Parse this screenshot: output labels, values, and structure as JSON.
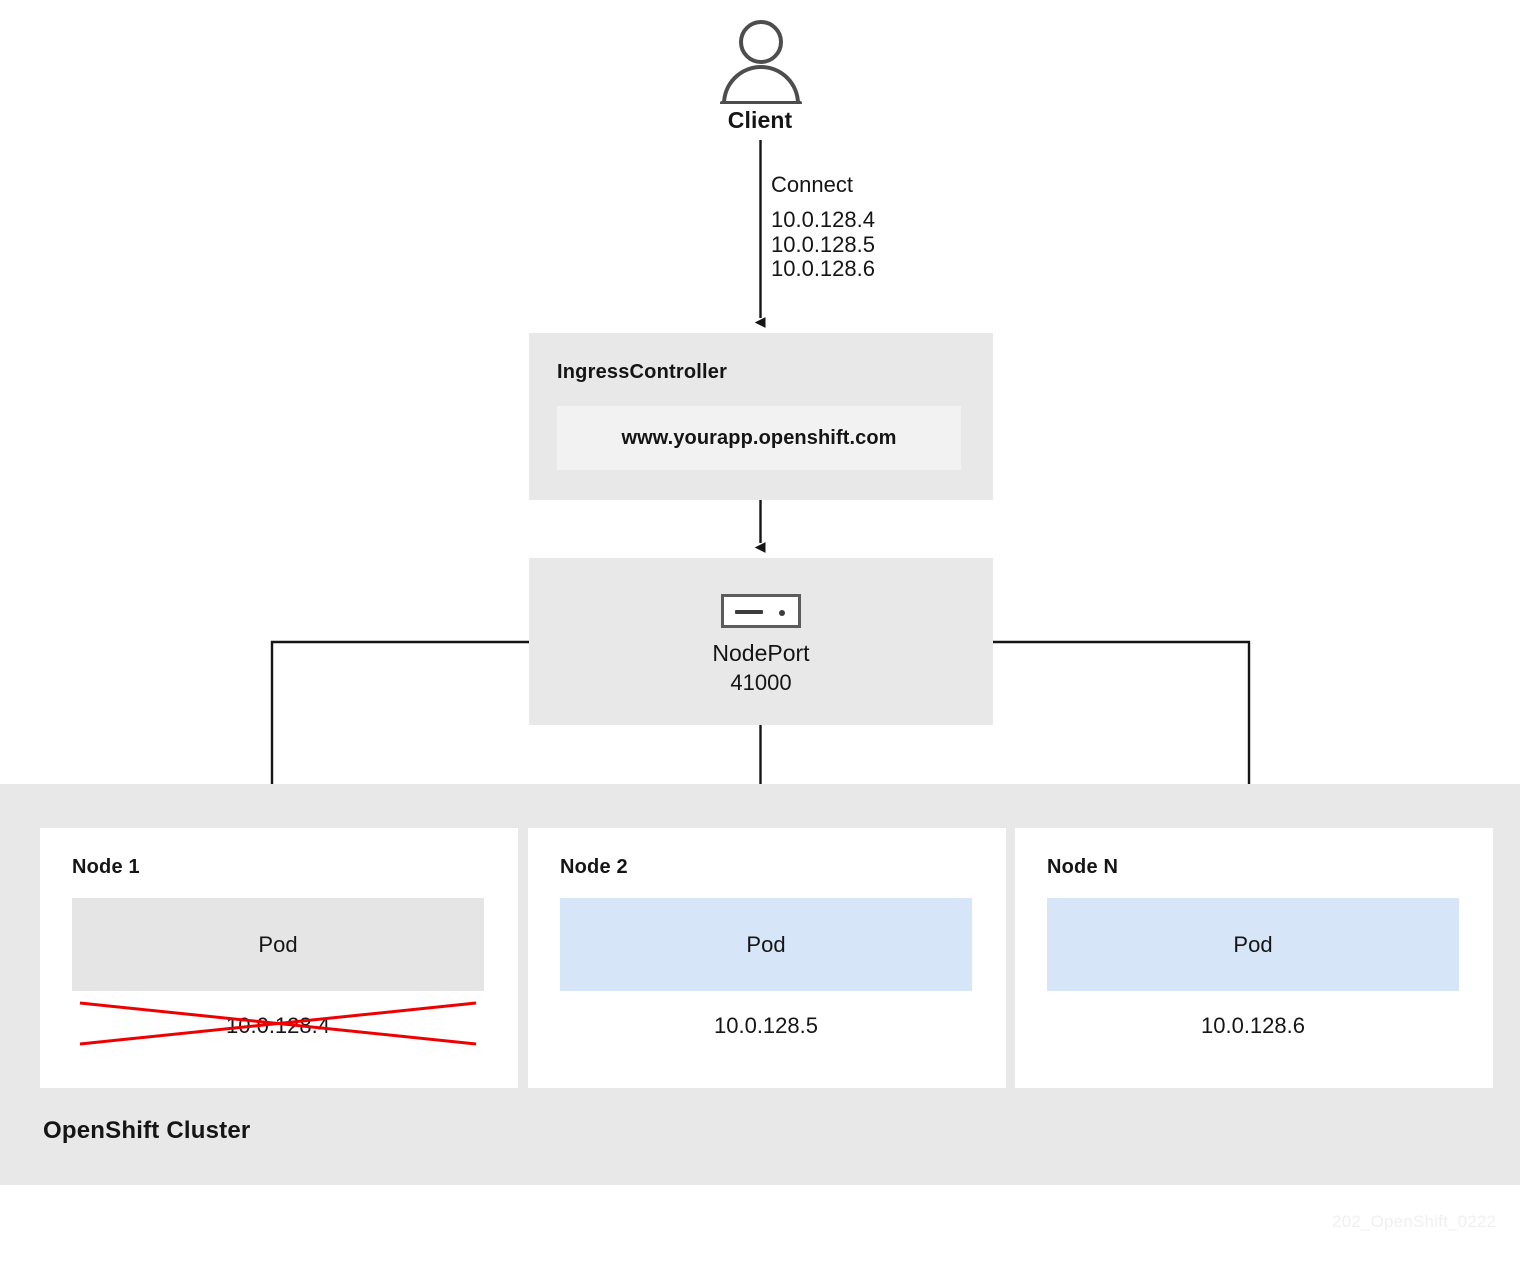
{
  "diagram": {
    "title": "OpenShift NodePort ingress traffic flow",
    "watermark": "202_OpenShift_0222",
    "colors": {
      "panel_gray": "#e8e8e8",
      "pod_gray": "#e5e5e5",
      "pod_blue": "#d6e5f7",
      "host_box": "#f2f2f2",
      "line": "#151515",
      "strike_red": "#ee0000",
      "icon_outline": "#5c5c5c"
    }
  },
  "client": {
    "label": "Client",
    "icon": "user-icon"
  },
  "connection": {
    "action_label": "Connect",
    "addresses": [
      "10.0.128.4",
      "10.0.128.5",
      "10.0.128.6"
    ]
  },
  "ingress_controller": {
    "title": "IngressController",
    "hostname": "www.yourapp.openshift.com"
  },
  "nodeport": {
    "icon": "nodeport-icon",
    "label": "NodePort",
    "port": "41000"
  },
  "cluster": {
    "label": "OpenShift Cluster",
    "nodes": [
      {
        "title": "Node 1",
        "pod_label": "Pod",
        "pod_state": "unavailable",
        "ip": "10.0.128.4",
        "struck_out": true
      },
      {
        "title": "Node 2",
        "pod_label": "Pod",
        "pod_state": "available",
        "ip": "10.0.128.5",
        "struck_out": false
      },
      {
        "title": "Node N",
        "pod_label": "Pod",
        "pod_state": "available",
        "ip": "10.0.128.6",
        "struck_out": false
      }
    ]
  }
}
